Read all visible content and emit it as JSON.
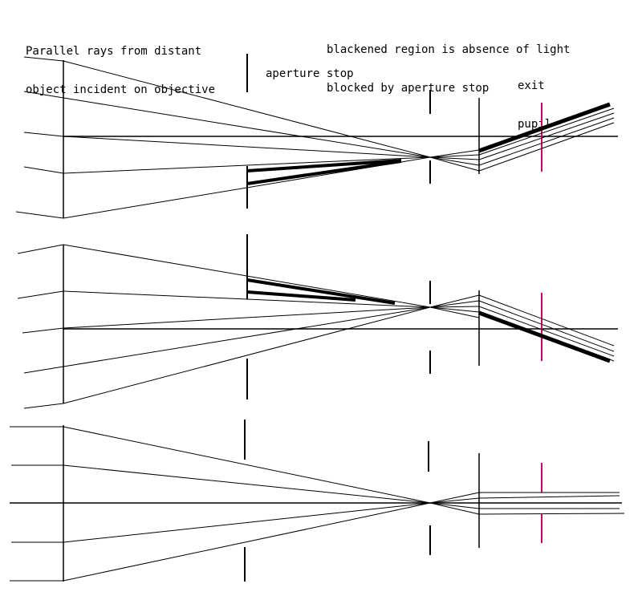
{
  "labels": {
    "parallel_rays": [
      "Parallel rays from distant",
      "object incident on objective"
    ],
    "blackened": [
      "blackened region is absence of light",
      "blocked by aperture stop"
    ],
    "aperture_stop": "aperture stop",
    "exit_pupil": [
      "exit",
      "pupil"
    ]
  },
  "colors": {
    "line": "#000000",
    "exit_pupil": "#cc0066",
    "background": "#ffffff"
  }
}
